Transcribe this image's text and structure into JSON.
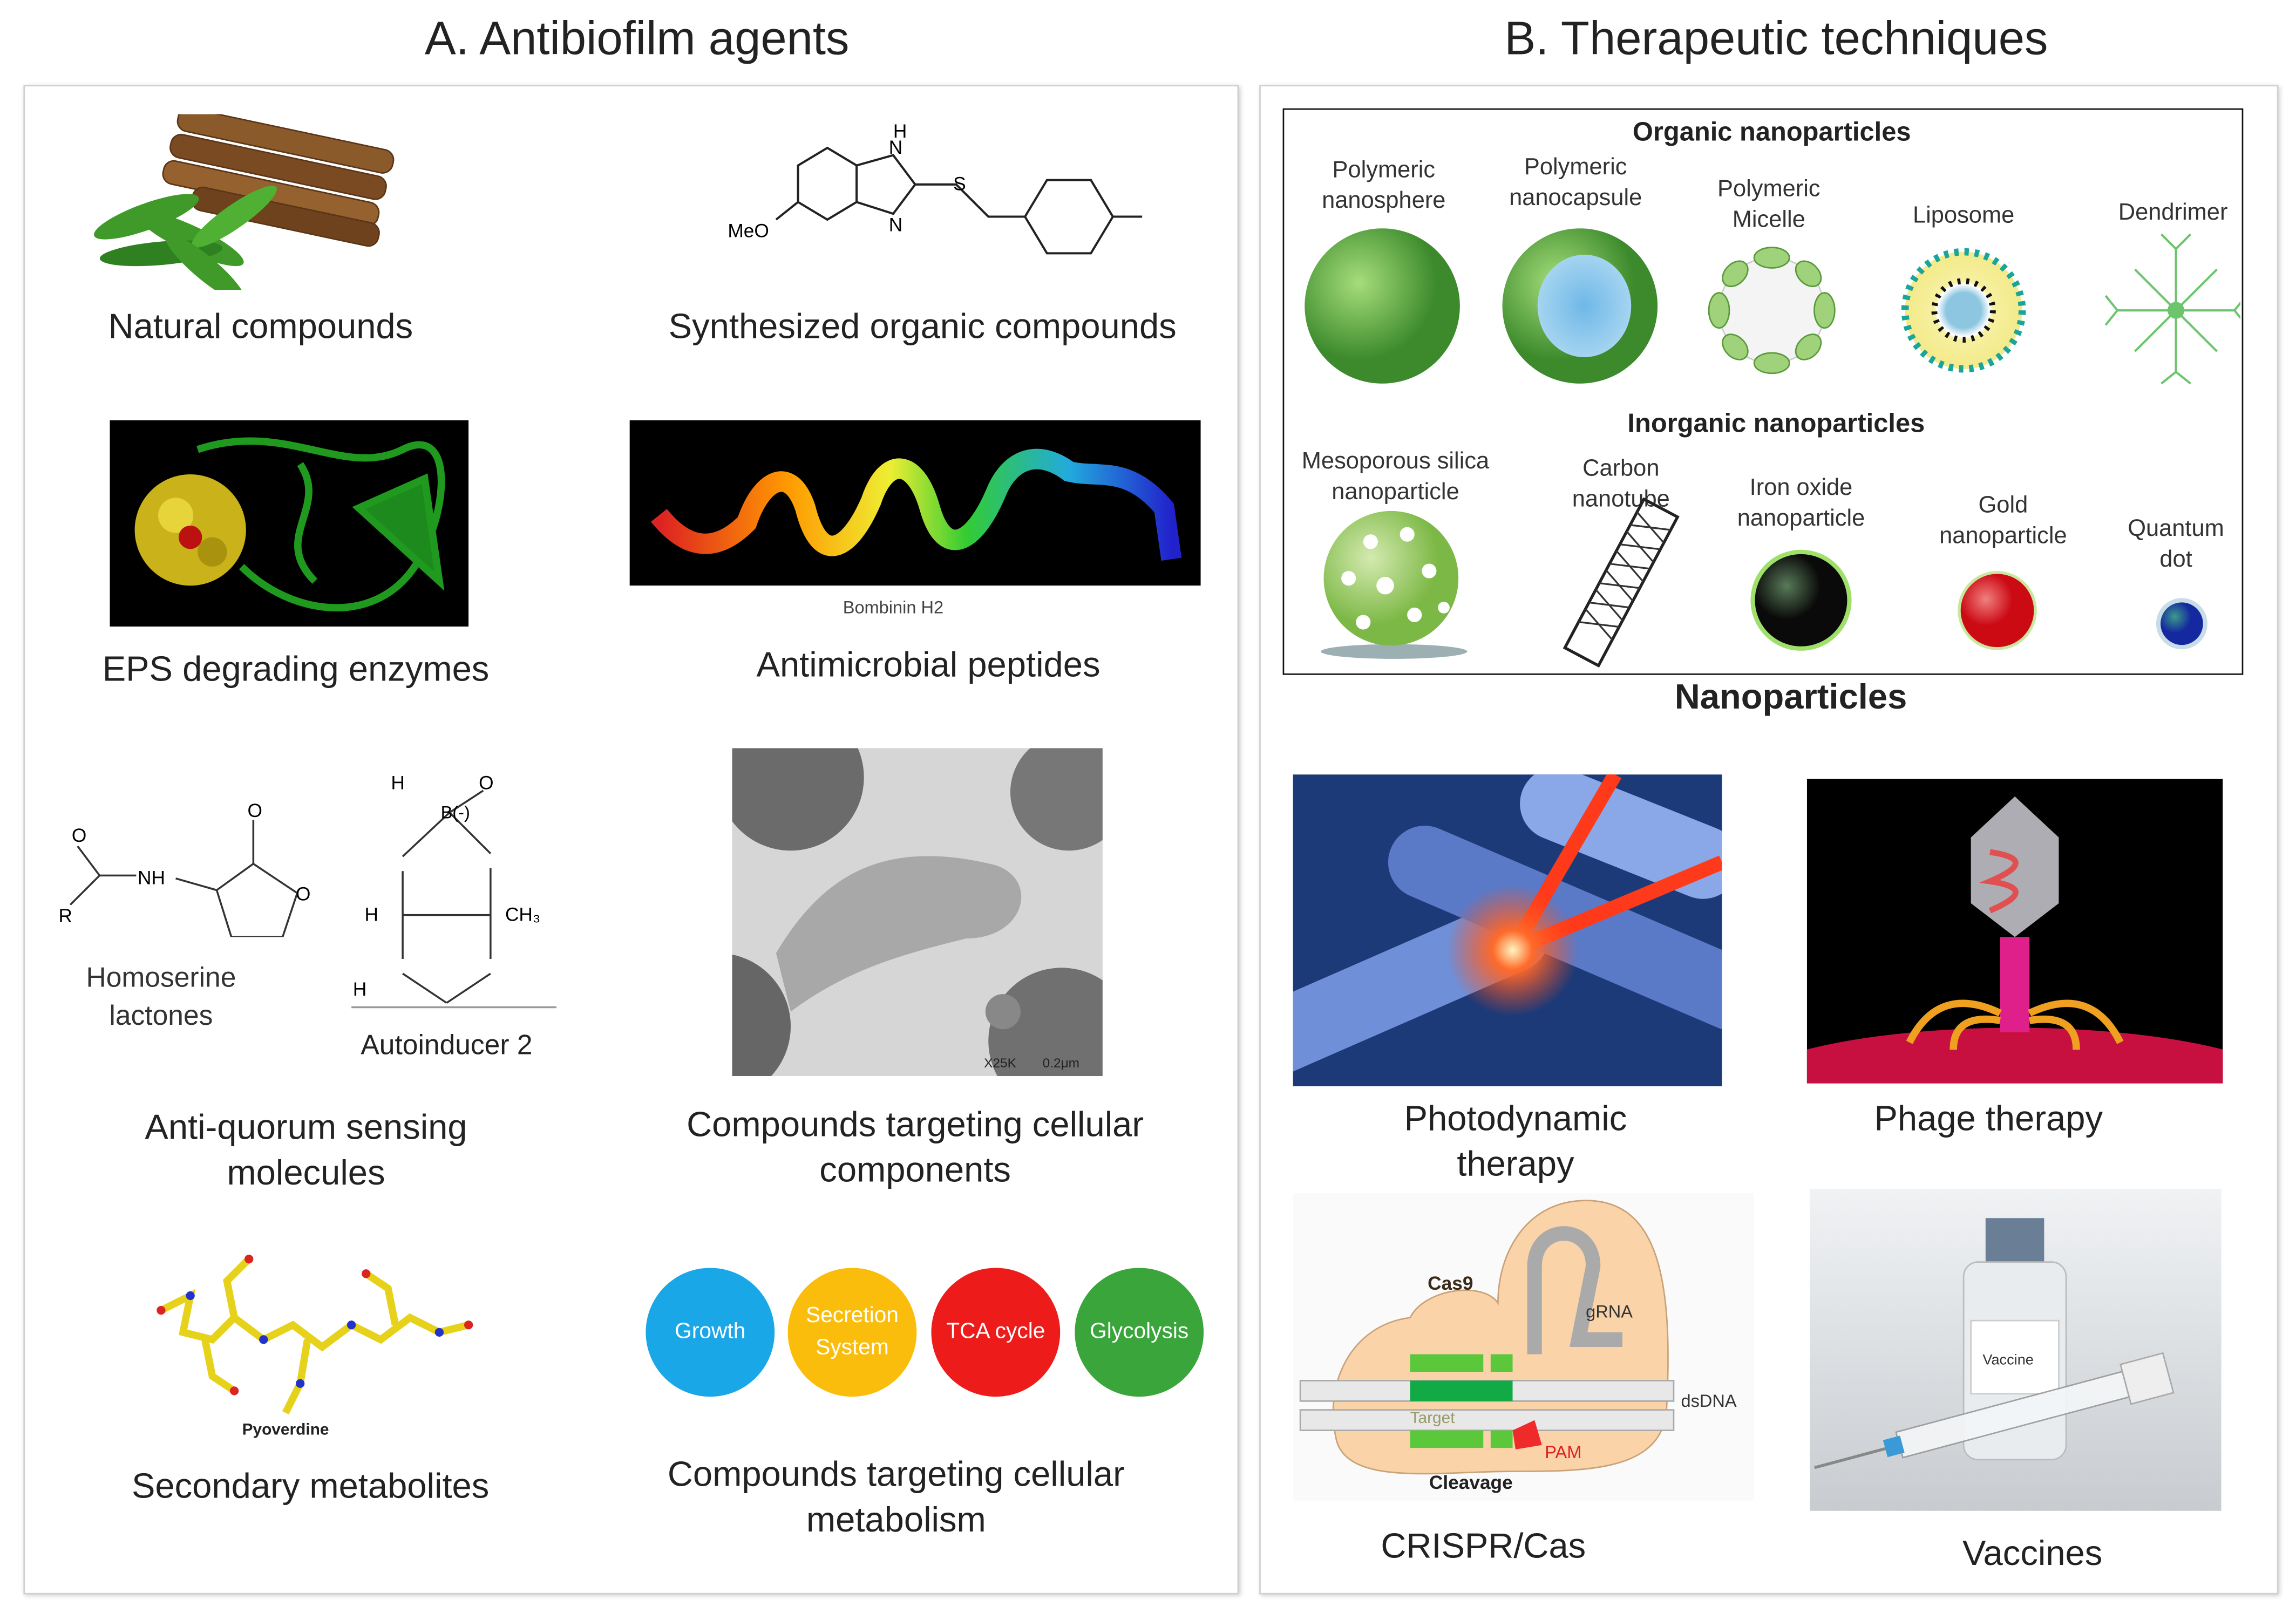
{
  "panel_a": {
    "title": "A. Antibiofilm agents",
    "natural": "Natural compounds",
    "synth": "Synthesized organic compounds",
    "synth_atoms": {
      "h": "H",
      "n1": "N",
      "n2": "N",
      "s": "S",
      "meo": "MeO"
    },
    "eps": "EPS degrading enzymes",
    "amp": "Antimicrobial peptides",
    "amp_caption": "Bombinin H2",
    "hsl": [
      "Homoserine",
      "lactones"
    ],
    "hsl_atoms": {
      "o1": "O",
      "o2": "O",
      "o3": "O",
      "nh": "NH",
      "r": "R"
    },
    "ai2": "Autoinducer  2",
    "ai2_atoms": {
      "h1": "H",
      "b": "B(-)",
      "o": "O",
      "h2": "H",
      "ch3": "CH₃",
      "h3": "H"
    },
    "aqs": [
      "Anti-quorum sensing",
      "molecules"
    ],
    "micro_scale": "X25K",
    "micro_bar": "0.2μm",
    "cell_comp": [
      "Compounds targeting cellular",
      "components"
    ],
    "pyoverdine": "Pyoverdine",
    "secondary": "Secondary metabolites",
    "circles": [
      {
        "label": "Growth",
        "color": "#1aa7e8"
      },
      {
        "label": "Secretion System",
        "color": "#fbbd0b"
      },
      {
        "label": "TCA cycle",
        "color": "#ee1b1b"
      },
      {
        "label": "Glycolysis",
        "color": "#3aa53a"
      }
    ],
    "cell_meta": [
      "Compounds targeting cellular",
      "metabolism"
    ]
  },
  "panel_b": {
    "title": "B. Therapeutic techniques",
    "organic": "Organic  nanoparticles",
    "organic_items": [
      [
        "Polymeric",
        "nanosphere"
      ],
      [
        "Polymeric",
        "nanocapsule"
      ],
      [
        "Polymeric",
        "Micelle"
      ],
      [
        "Liposome"
      ],
      [
        "Dendrimer"
      ]
    ],
    "inorganic": "Inorganic  nanoparticles",
    "inorganic_items": [
      [
        "Mesoporous silica",
        "nanoparticle"
      ],
      [
        "Carbon",
        "nanotube"
      ],
      [
        "Iron oxide",
        "nanoparticle"
      ],
      [
        "Gold",
        "nanoparticle"
      ],
      [
        "Quantum",
        "dot"
      ]
    ],
    "nanoparticles": "Nanoparticles",
    "photodynamic": [
      "Photodynamic",
      "therapy"
    ],
    "phage": "Phage therapy",
    "crispr": "CRISPR/Cas",
    "crispr_diagram": {
      "cas9": "Cas9",
      "grna": "gRNA",
      "dsdna": "dsDNA",
      "target": "Target",
      "pam": "PAM",
      "cleavage": "Cleavage"
    },
    "vaccine_label": "Vaccine",
    "vaccines": "Vaccines"
  }
}
